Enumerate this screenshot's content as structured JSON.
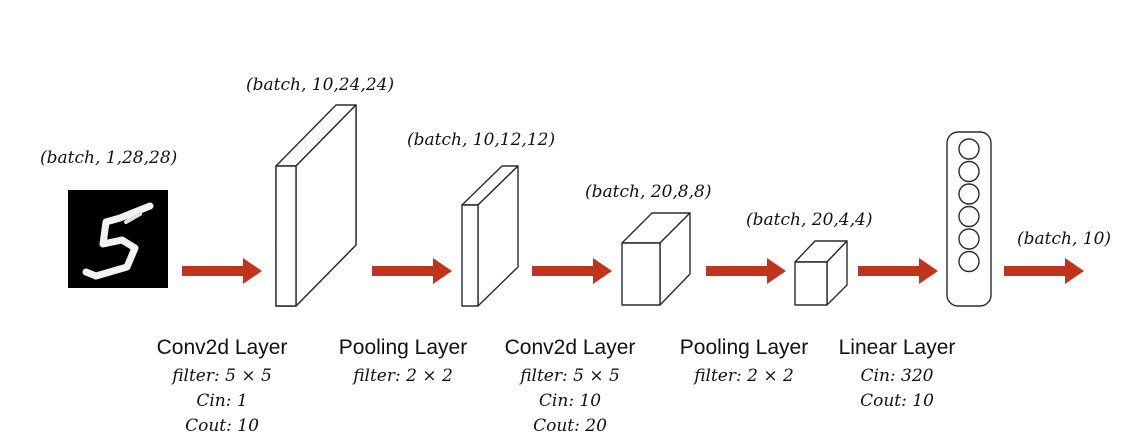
{
  "input_image": {
    "alt": "handwritten digit 5",
    "label": "(batch, 1,28,28)"
  },
  "shapes": [
    {
      "label": "(batch, 10,24,24)"
    },
    {
      "label": "(batch, 10,12,12)"
    },
    {
      "label": "(batch, 20,8,8)"
    },
    {
      "label": "(batch, 20,4,4)"
    },
    {
      "label": "(batch, 10)"
    }
  ],
  "layers": [
    {
      "name": "Conv2d Layer",
      "params": [
        "filter:  5 × 5",
        "Cin: 1",
        "Cout: 10"
      ]
    },
    {
      "name": "Pooling Layer",
      "params": [
        "filter: 2 × 2"
      ]
    },
    {
      "name": "Conv2d Layer",
      "params": [
        "filter:  5 × 5",
        "Cin: 10",
        "Cout: 20"
      ]
    },
    {
      "name": "Pooling Layer",
      "params": [
        "filter: 2 × 2"
      ]
    },
    {
      "name": "Linear Layer",
      "params": [
        "Cin: 320",
        "Cout: 10"
      ]
    }
  ],
  "colors": {
    "arrow": "#c0341d",
    "outline": "#2b2b2b"
  },
  "neuron_count": 6
}
